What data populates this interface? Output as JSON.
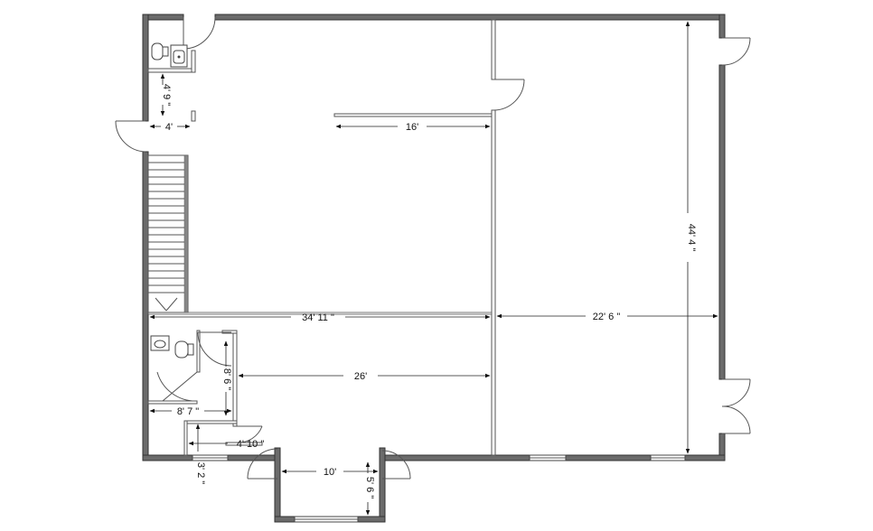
{
  "dimensions": {
    "d_4_9": "4' 9 \"",
    "d_4": "4'",
    "d_16": "16'",
    "d_34_11": "34' 11 \"",
    "d_22_6": "22' 6 \"",
    "d_44_4": "44' 4 \"",
    "d_8_6": "8' 6 \"",
    "d_26": "26'",
    "d_8_7": "8' 7 \"",
    "d_4_10": "4' 10 \"",
    "d_3_2": "3' 2 \"",
    "d_10": "10'",
    "d_5_6": "5' 6 \""
  },
  "icons": {
    "toilet": "toilet-icon",
    "sink": "sink-icon",
    "door": "door-swing-icon",
    "stairs": "stairs-icon",
    "window": "window-icon"
  },
  "colors": {
    "wall": "#6b6b6b",
    "line": "#222222"
  }
}
